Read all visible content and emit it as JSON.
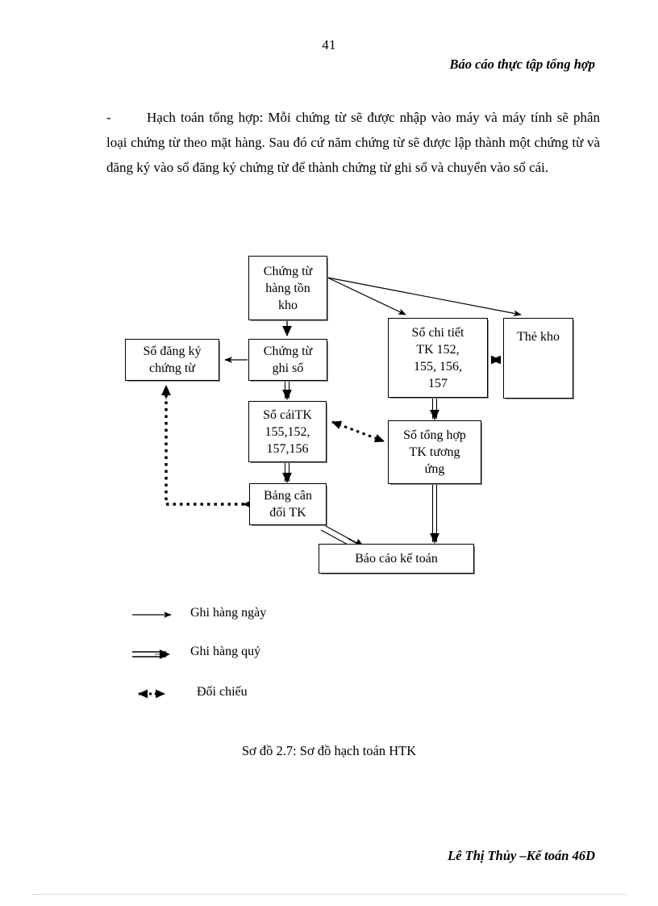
{
  "page": {
    "number": "41",
    "header_title": "Báo cáo thực tập tổng hợp",
    "footer_text": "Lê Thị Thủy –Kế toán 46D"
  },
  "body": {
    "bullet": "-",
    "paragraph": "Hạch toán tổng hợp: Mỗi chứng từ sẽ được nhập vào máy và máy tính sẽ phân loại chứng từ theo mặt hàng. Sau đó cứ năm chứng từ sẽ được lập thành một chứng từ và đăng ký vào sổ đăng ký chứng từ để thành chứng từ ghi sổ và chuyển vào sổ cái."
  },
  "diagram": {
    "caption": "Sơ đồ 2.7: Sơ đồ hạch toán HTK",
    "boxes": [
      {
        "id": "chung-tu-hang-ton-kho",
        "label": "Chứng từ\nhàng tồn\nkho"
      },
      {
        "id": "so-dang-ky-chung-tu",
        "label": "Sổ đăng ký\nchứng từ"
      },
      {
        "id": "chung-tu-ghi-so",
        "label": "Chứng từ\nghi  sổ"
      },
      {
        "id": "so-chi-tiet-tk",
        "label": "Sổ chi tiết\nTK 152,\n155, 156,\n157"
      },
      {
        "id": "the-kho",
        "label": "Thẻ kho"
      },
      {
        "id": "so-cai-tk",
        "label": "Sổ cáiTK\n155,152,\n157,156"
      },
      {
        "id": "so-tong-hop-tk",
        "label": "Sổ tổng hợp\nTK tương\nứng"
      },
      {
        "id": "bang-can-doi-tk",
        "label": "Bảng cân\nđối TK"
      },
      {
        "id": "bao-cao-ke-toan",
        "label": "Báo cáo kế toán"
      }
    ],
    "legend": [
      {
        "id": "ghi-hang-ngay",
        "label": "Ghi hàng ngày",
        "style": "single-thin-arrow"
      },
      {
        "id": "ghi-hang-quy",
        "label": "Ghi hàng quý",
        "style": "double-line-arrow"
      },
      {
        "id": "doi-chieu",
        "label": "Đối chiếu",
        "style": "dotted-double-headed-arrow"
      }
    ]
  },
  "colors": {
    "ink": "#000000",
    "paper": "#ffffff",
    "box_shadow": "#8a8a8a",
    "footer_rule": "#b9b9b9"
  }
}
